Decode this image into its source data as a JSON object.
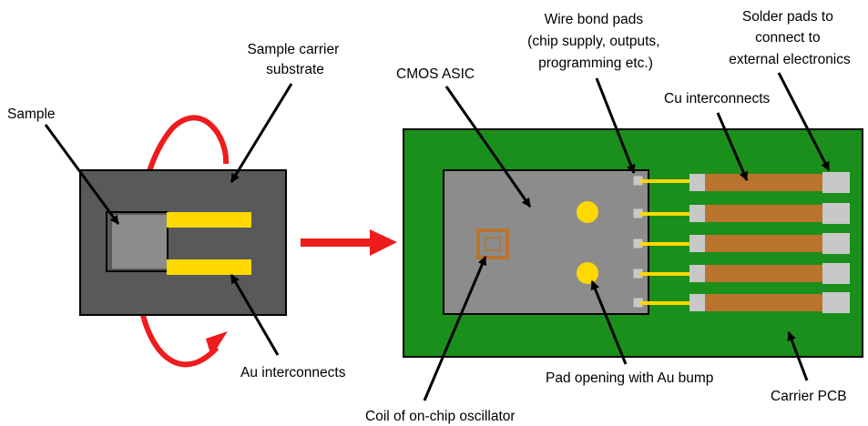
{
  "labels": {
    "sample": "Sample",
    "sample_carrier_substrate": [
      "Sample carrier",
      "substrate"
    ],
    "au_interconnects": "Au interconnects",
    "cmos_asic": "CMOS ASIC",
    "wire_bond_pads": [
      "Wire bond pads",
      "(chip supply, outputs,",
      "programming etc.)"
    ],
    "solder_pads": [
      "Solder pads to",
      "connect to",
      "external electronics"
    ],
    "cu_interconnects": "Cu interconnects",
    "pad_opening": "Pad opening with Au bump",
    "coil": "Coil of on-chip oscillator",
    "carrier_pcb": "Carrier PCB"
  },
  "colors": {
    "substrate": "#58595b",
    "sample": "#8c8c8c",
    "gold": "#ffd800",
    "flip_arrow": "#ee1c1c",
    "pcb": "#1b8f1b",
    "asic": "#8c8c8c",
    "copper": "#b9732d",
    "pad": "#c8c8c8"
  }
}
